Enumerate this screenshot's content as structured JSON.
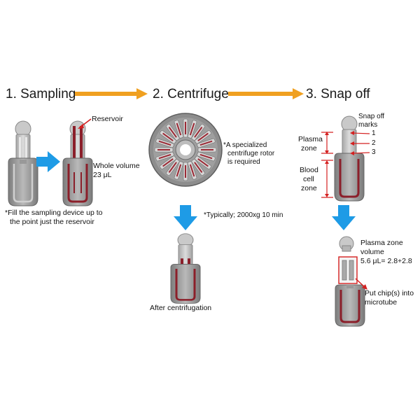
{
  "steps": {
    "s1": "1. Sampling",
    "s2": "2. Centrifuge",
    "s3": "3. Snap off"
  },
  "sampling": {
    "reservoir_label": "Reservoir",
    "volume_line1": "Whole volume",
    "volume_line2": "23 μL",
    "note_line1": "*Fill the sampling device up to",
    "note_line2": "the point just the reservoir"
  },
  "centrifuge": {
    "rotor_note_line1": "*A specialized",
    "rotor_note_line2": "centrifuge rotor",
    "rotor_note_line3": "is required",
    "typical_note": "*Typically; 2000xg 10 min",
    "after_label": "After centrifugation"
  },
  "snap": {
    "snap_marks_line1": "Snap off",
    "snap_marks_line2": "marks",
    "mark1": "1",
    "mark2": "2",
    "mark3": "3",
    "plasma_line1": "Plasma",
    "plasma_line2": "zone",
    "blood_line1": "Blood",
    "blood_line2": "cell",
    "blood_line3": "zone",
    "pz_volume_line1": "Plasma zone",
    "pz_volume_line2": "volume",
    "pz_volume_line3": "5.6 μL= 2.8+2.8",
    "put_line1": "Put chip(s) into",
    "put_line2": "microtube"
  },
  "colors": {
    "orange_arrow": "#f0a020",
    "blue_arrow": "#1e9be6",
    "red_annotation": "#d42020",
    "device_gray": "#9a9a9a",
    "blood_red": "#8b1f2a"
  }
}
